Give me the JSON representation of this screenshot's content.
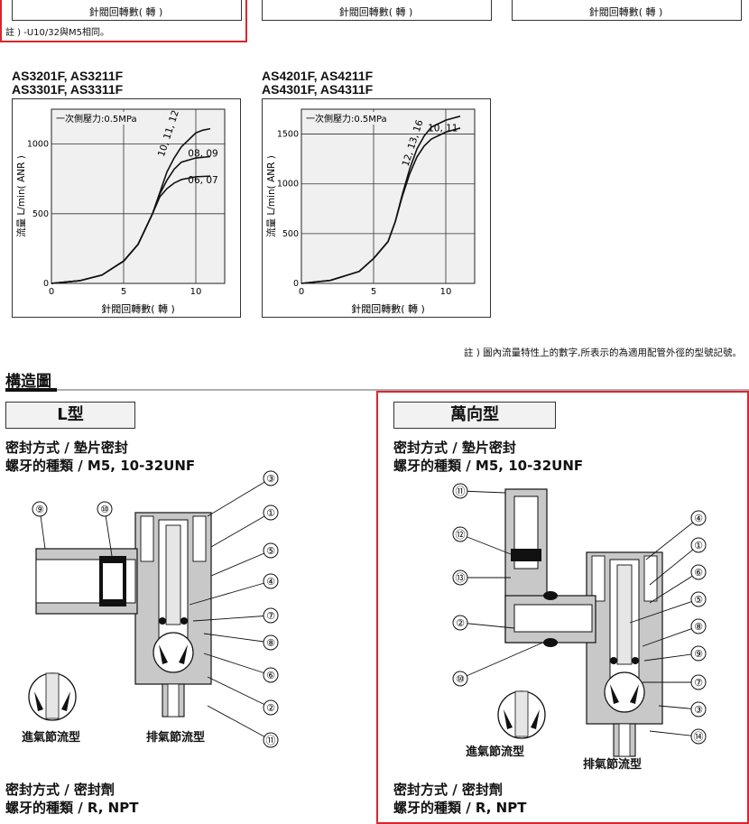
{
  "top_row": {
    "xlabels": [
      "針閥回轉數( 轉 )",
      "針閥回轉數( 轉 )",
      "針閥回轉數( 轉 )"
    ],
    "note": "註 ) -U10/32與M5相同。"
  },
  "charts_block": {
    "left_title_1": "AS3201F, AS3211F",
    "left_title_2": "AS3301F, AS3311F",
    "right_title_1": "AS4201F, AS4211F",
    "right_title_2": "AS4301F, AS4311F",
    "bottom_note": "註 ) 圖內流量特性上的數字,所表示的為適用配管外徑的型號記號。"
  },
  "chart_data": [
    {
      "type": "line",
      "title": "",
      "annotation": "一次側壓力:0.5MPa",
      "xlabel": "針閥回轉數( 轉 )",
      "ylabel": "流量 L/min( ANR )",
      "xlim": [
        0,
        12
      ],
      "ylim": [
        0,
        1250
      ],
      "xticks": [
        "0",
        "5",
        "10"
      ],
      "yticks": [
        "0",
        "500",
        "1000"
      ],
      "grid": true,
      "series": [
        {
          "name": "10, 11, 12",
          "x": [
            0,
            2,
            3.5,
            5,
            6,
            7,
            7.5,
            8,
            8.5,
            9,
            10,
            10.5,
            11
          ],
          "y": [
            0,
            20,
            60,
            160,
            280,
            500,
            650,
            800,
            900,
            980,
            1080,
            1100,
            1110
          ]
        },
        {
          "name": "08, 09",
          "x": [
            0,
            2,
            3.5,
            5,
            6,
            7,
            7.5,
            8,
            8.5,
            9,
            10,
            11
          ],
          "y": [
            0,
            20,
            60,
            160,
            280,
            500,
            640,
            740,
            820,
            870,
            900,
            910
          ]
        },
        {
          "name": "06, 07",
          "x": [
            0,
            2,
            3.5,
            5,
            6,
            7,
            7.5,
            8,
            8.5,
            9,
            10,
            11
          ],
          "y": [
            0,
            20,
            60,
            160,
            280,
            500,
            620,
            680,
            720,
            745,
            765,
            770
          ]
        }
      ]
    },
    {
      "type": "line",
      "title": "",
      "annotation": "一次側壓力:0.5MPa",
      "xlabel": "針閥回轉數( 轉 )",
      "ylabel": "流量 L/min( ANR )",
      "xlim": [
        0,
        12
      ],
      "ylim": [
        0,
        1750
      ],
      "xticks": [
        "0",
        "5",
        "10"
      ],
      "yticks": [
        "0",
        "500",
        "1000",
        "1500"
      ],
      "grid": true,
      "series": [
        {
          "name": "12, 13, 16",
          "x": [
            0,
            2,
            4,
            5,
            6,
            6.5,
            7,
            7.5,
            8,
            8.5,
            9,
            10,
            11
          ],
          "y": [
            0,
            30,
            120,
            250,
            420,
            620,
            900,
            1150,
            1350,
            1480,
            1570,
            1640,
            1680
          ]
        },
        {
          "name": "10, 11",
          "x": [
            0,
            2,
            4,
            5,
            6,
            6.5,
            7,
            7.5,
            8,
            8.5,
            9,
            10,
            11
          ],
          "y": [
            0,
            30,
            120,
            250,
            420,
            620,
            880,
            1100,
            1270,
            1380,
            1450,
            1520,
            1560
          ]
        }
      ]
    }
  ],
  "structure": {
    "section_title": "構造圖",
    "left": {
      "type_label": "L型",
      "spec1": "密封方式 / 墊片密封",
      "spec2": "螺牙的種類 / M5, 10-32UNF",
      "caption_in": "進氣節流型",
      "caption_out": "排氣節流型",
      "spec3": "密封方式 / 密封劑",
      "spec4": "螺牙的種類 / R, NPT",
      "callouts": [
        "⑨",
        "⑩",
        "③",
        "①",
        "⑤",
        "④",
        "⑦",
        "⑧",
        "⑥",
        "②",
        "⑪",
        "③"
      ]
    },
    "right": {
      "type_label": "萬向型",
      "spec1": "密封方式 / 墊片密封",
      "spec2": "螺牙的種類 / M5, 10-32UNF",
      "caption_in": "進氣節流型",
      "caption_out": "排氣節流型",
      "spec3": "密封方式 / 密封劑",
      "spec4": "螺牙的種類 / R, NPT",
      "callouts": [
        "⑪",
        "⑫",
        "⑬",
        "②",
        "⑩",
        "④",
        "①",
        "⑥",
        "⑤",
        "⑧",
        "⑨",
        "⑦",
        "③",
        "⑭"
      ]
    }
  },
  "colors": {
    "highlight_red": "#d9262c",
    "plot_bg": "#f0f0f0",
    "body_gray": "#c8c8c8",
    "section_bar": "#b0b0b0"
  }
}
